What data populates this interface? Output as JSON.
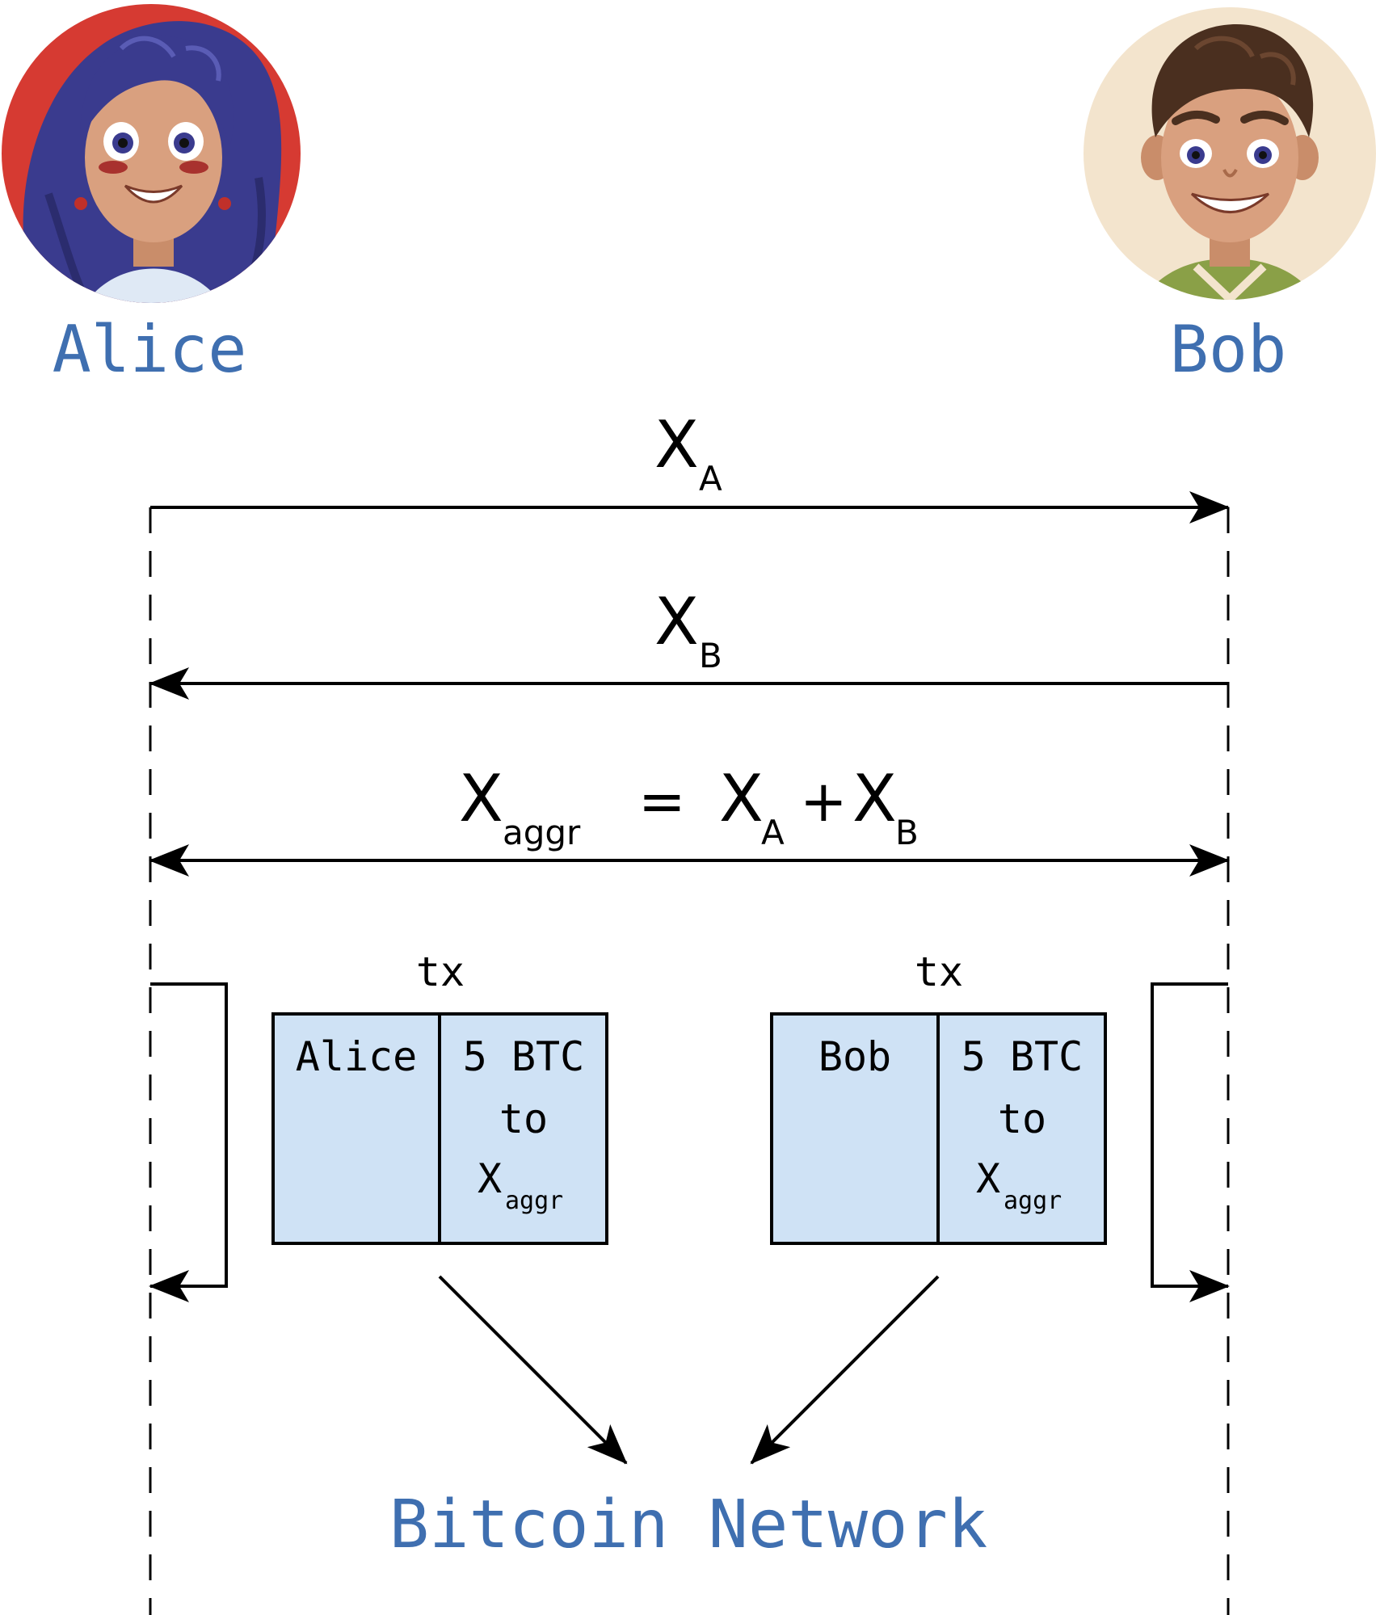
{
  "actors": {
    "alice": {
      "name": "Alice",
      "avatar_bg": "#d63a32",
      "hair": "#3a3b8e"
    },
    "bob": {
      "name": "Bob",
      "avatar_bg": "#f3e4cd",
      "hair": "#4a2f1f"
    }
  },
  "messages": {
    "key_a": {
      "main": "X",
      "sub": "A"
    },
    "key_b": {
      "main": "X",
      "sub": "B"
    },
    "aggregate": {
      "lhs_main": "X",
      "lhs_sub": "aggr",
      "equals": "=",
      "term1_main": "X",
      "term1_sub": "A",
      "plus": "+",
      "term2_main": "X",
      "term2_sub": "B"
    }
  },
  "transactions": [
    {
      "label": "tx",
      "from": "Alice",
      "amount_line1": "5 BTC",
      "amount_line2": "to",
      "dest_main": "X",
      "dest_sub": "aggr"
    },
    {
      "label": "tx",
      "from": "Bob",
      "amount_line1": "5 BTC",
      "amount_line2": "to",
      "dest_main": "X",
      "dest_sub": "aggr"
    }
  ],
  "network": {
    "label": "Bitcoin Network"
  },
  "colors": {
    "name_text": "#3f6fb0",
    "tx_fill": "#cfe2f5",
    "line": "#000000"
  }
}
